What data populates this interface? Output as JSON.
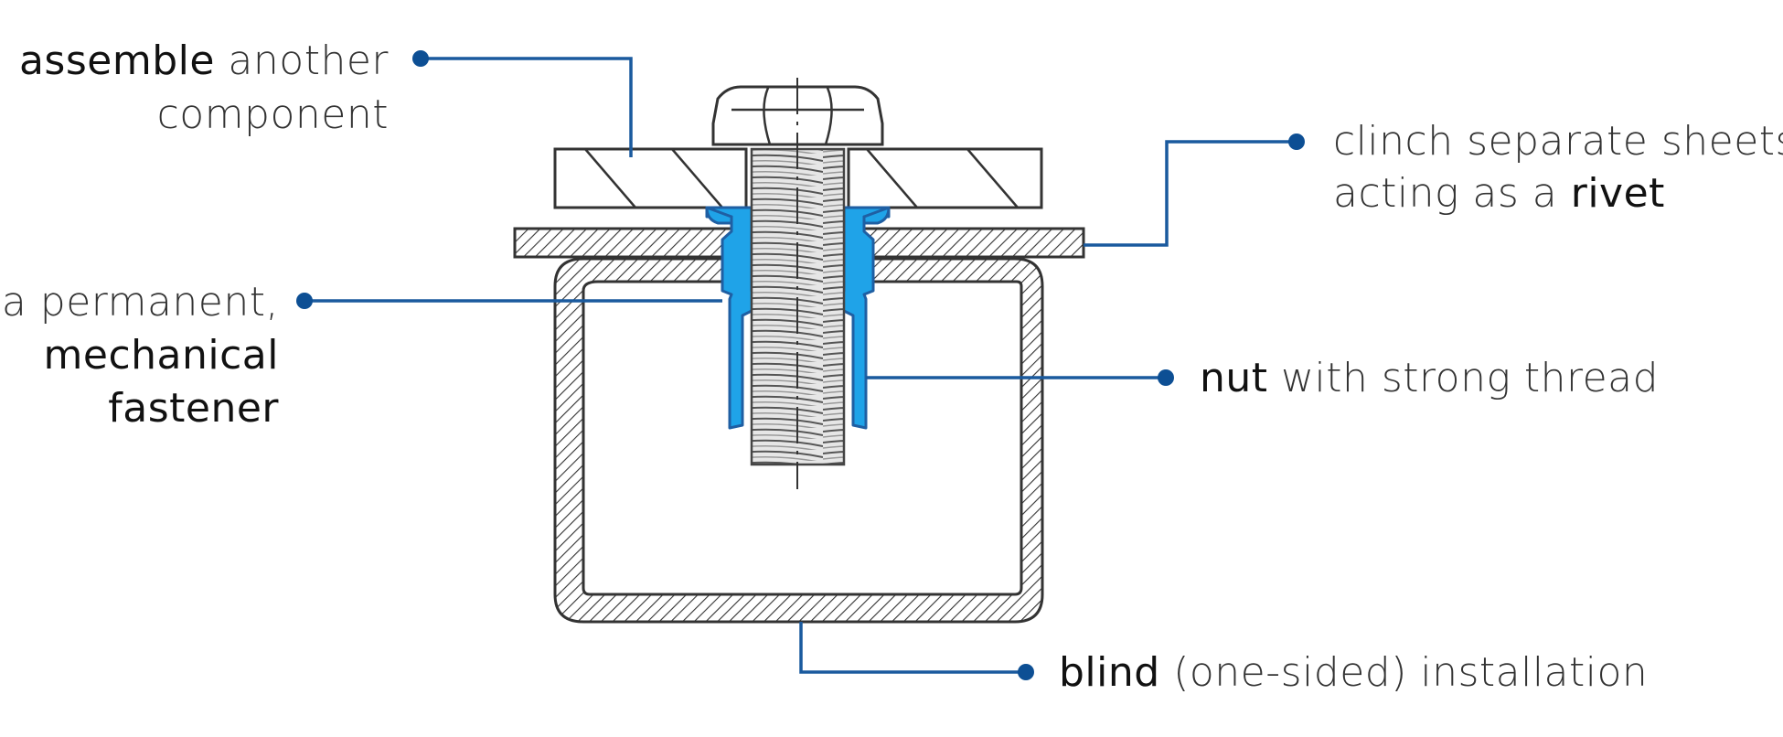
{
  "colors": {
    "leader": "#1a5a9e",
    "dot": "#0d4f94",
    "nut_fill": "#1fa3e8",
    "nut_stroke": "#1f5fa3",
    "metal_stroke": "#333333",
    "text": "#333333",
    "emphasis": "#111111"
  },
  "labels": {
    "assemble": {
      "bold": "assemble",
      "rest": " another",
      "line2": "component"
    },
    "clinch": {
      "line1": "clinch separate sheets,",
      "line2_prefix": "acting as a ",
      "line2_bold": "rivet"
    },
    "permanent": {
      "line1": "a permanent,",
      "line2": "mechanical",
      "line3": "fastener"
    },
    "nut": {
      "bold": "nut",
      "rest": " with strong thread"
    },
    "blind": {
      "bold": "blind",
      "rest": " (one-sided) installation"
    }
  }
}
